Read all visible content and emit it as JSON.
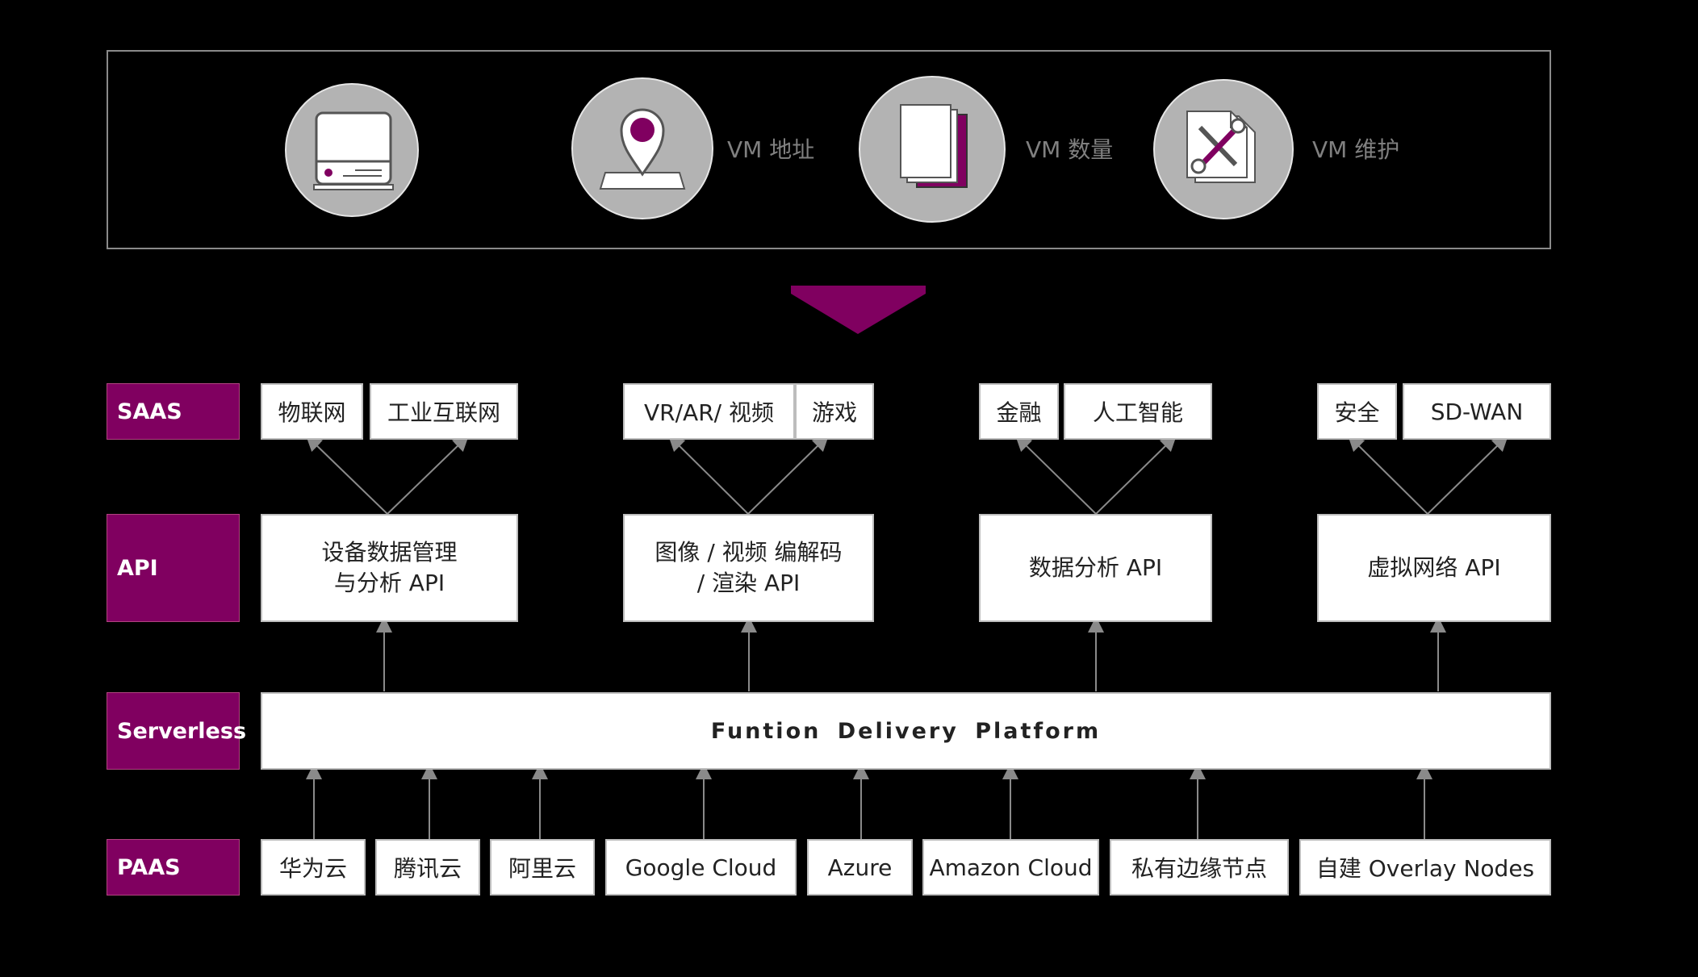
{
  "vm_panel": {
    "items": [
      {
        "icon": "server-icon",
        "label": ""
      },
      {
        "icon": "location-pin-icon",
        "label": "VM 地址"
      },
      {
        "icon": "documents-icon",
        "label": "VM 数量"
      },
      {
        "icon": "tools-icon",
        "label": "VM 维护"
      }
    ]
  },
  "colors": {
    "accent": "#800060",
    "background": "#000000",
    "circle": "#b3b3b3",
    "box_border": "#bdbdbd"
  },
  "tiers": {
    "saas": "SAAS",
    "api": "API",
    "serverless": "Serverless",
    "paas": "PAAS"
  },
  "saas": [
    "物联网",
    "工业互联网",
    "VR/AR/ 视频",
    "游戏",
    "金融",
    "人工智能",
    "安全",
    "SD-WAN"
  ],
  "api": [
    {
      "line1": "设备数据管理",
      "line2": "与分析 API"
    },
    {
      "line1": "图像 / 视频 编解码",
      "line2": "/ 渲染 API"
    },
    {
      "line1": "数据分析 API",
      "line2": ""
    },
    {
      "line1": "虚拟网络 API",
      "line2": ""
    }
  ],
  "serverless": {
    "platform": "Funtion Delivery Platform"
  },
  "paas": [
    "华为云",
    "腾讯云",
    "阿里云",
    "Google Cloud",
    "Azure",
    "Amazon Cloud",
    "私有边缘节点",
    "自建 Overlay Nodes"
  ]
}
